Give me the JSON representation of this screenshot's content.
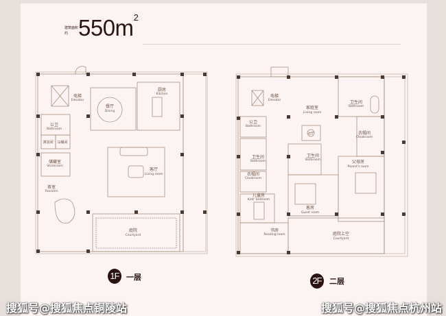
{
  "header": {
    "area_label": "建筑面积约",
    "area_value": "550m",
    "area_unit_sup": "2"
  },
  "floor1": {
    "badge": "1F",
    "label": "一层",
    "rooms": {
      "elevator": {
        "zh": "电梯",
        "en": "Elevator"
      },
      "dining": {
        "zh": "餐厅",
        "en": "Dining"
      },
      "kitchen": {
        "zh": "厨房",
        "en": "Kitchen"
      },
      "bathroom": {
        "zh": "公卫",
        "en": "Bathroom"
      },
      "shower": {
        "zh": "淋浴间"
      },
      "toilet": {
        "zh": "马桶间"
      },
      "storeroom": {
        "zh": "储藏室",
        "en": "Storeroom"
      },
      "tearoom": {
        "zh": "茶室",
        "en": "Tearoom"
      },
      "living": {
        "zh": "客厅",
        "en": "Living room"
      },
      "courtyard": {
        "zh": "庭院",
        "en": "Courtyard"
      }
    }
  },
  "floor2": {
    "badge": "2F",
    "label": "二层",
    "rooms": {
      "elevator": {
        "zh": "电梯",
        "en": "Elevator"
      },
      "living": {
        "zh": "家庭室",
        "en": "Living room"
      },
      "hall": {
        "zh": "过厅"
      },
      "bathroom_public": {
        "zh": "公卫",
        "en": "Bathroom"
      },
      "bathroom_left": {
        "zh": "卫生间",
        "en": "Bathroom"
      },
      "bathroom_mid": {
        "zh": "卫生间",
        "en": "Bathroom"
      },
      "bathroom_master": {
        "zh": "卫生间",
        "en": "Bathroom"
      },
      "cloak_left": {
        "zh": "衣帽间",
        "en": "Cloakroom"
      },
      "cloak_right": {
        "zh": "衣帽间",
        "en": "Cloakroom"
      },
      "parents": {
        "zh": "父母房",
        "en": "Parent's room"
      },
      "kids": {
        "zh": "儿童房",
        "en": "Kids' bedroom"
      },
      "guest": {
        "zh": "客房",
        "en": "Guest room"
      },
      "reading": {
        "zh": "书房",
        "en": "Reading room"
      },
      "courtyard": {
        "zh": "庭院上空",
        "en": "Courtyard"
      }
    }
  },
  "watermarks": {
    "left": "搜狐号@搜狐焦点铜陵站",
    "right": "搜狐号@搜狐焦点杭州站"
  },
  "colors": {
    "wall": "#a8907f",
    "pillar": "#4a3a34",
    "badge": "#2a1210"
  }
}
